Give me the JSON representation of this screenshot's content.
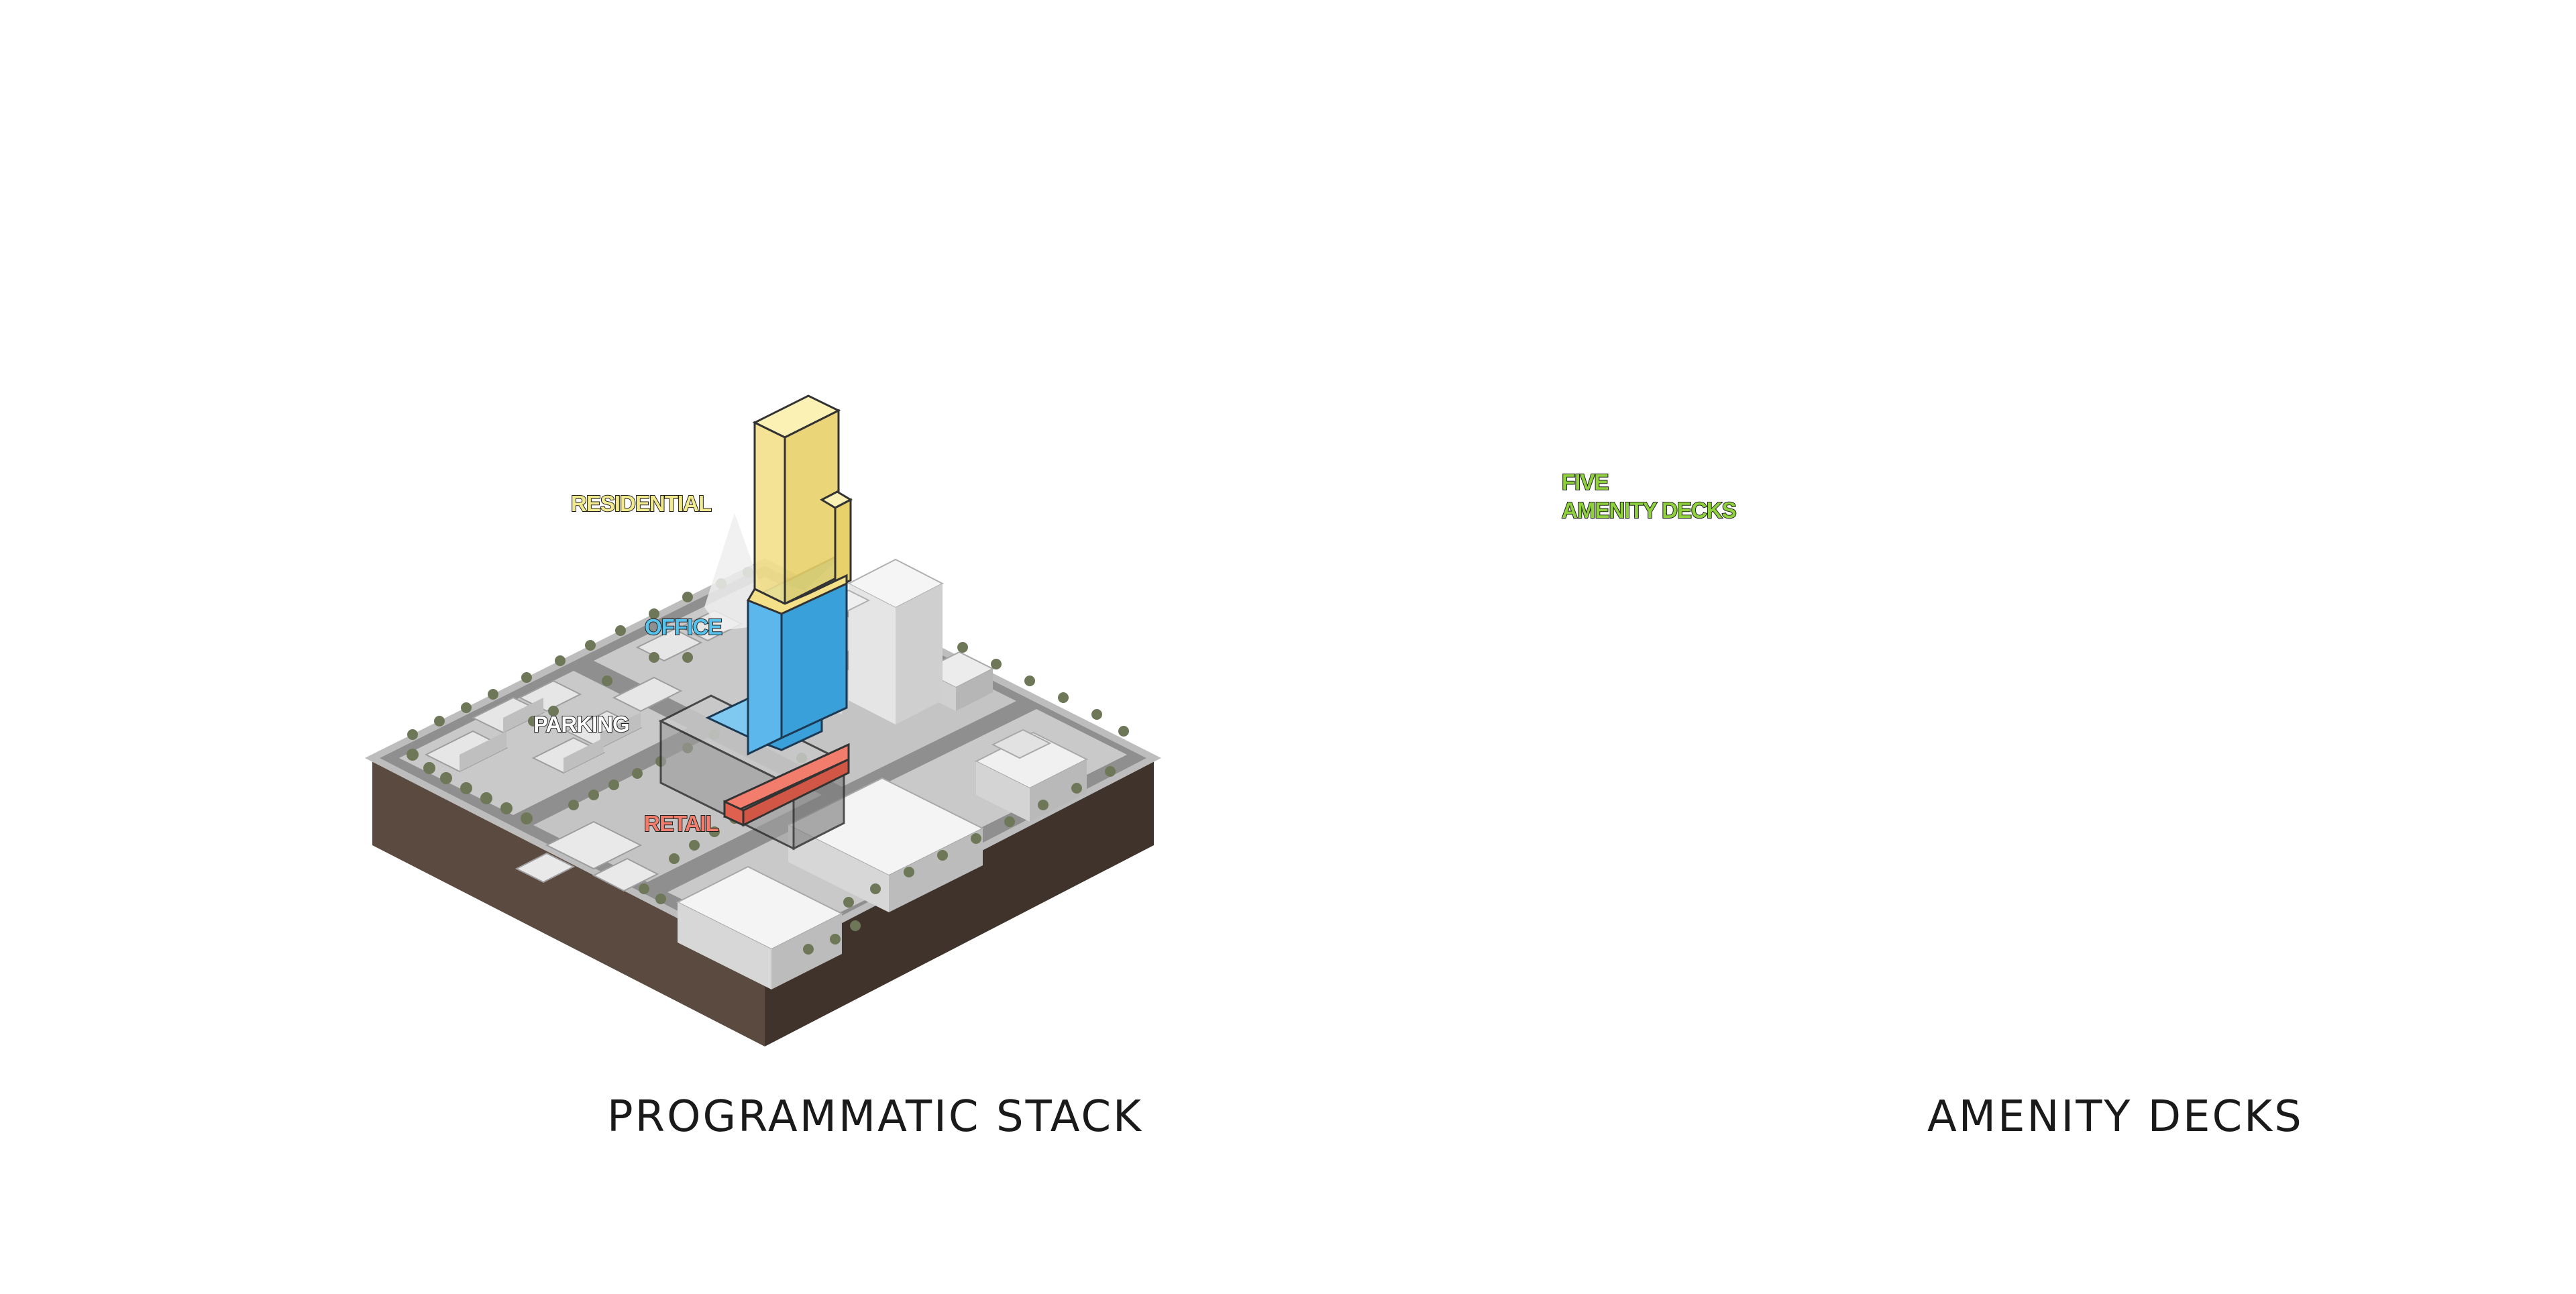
{
  "diagrams": [
    {
      "caption": "PROGRAMMATIC STACK",
      "labels": {
        "residential": "RESIDENTIAL",
        "office": "OFFICE",
        "parking": "PARKING",
        "retail": "RETAIL"
      }
    },
    {
      "caption": "AMENITY DECKS",
      "labels": {
        "line1": "FIVE",
        "line2": "AMENITY DECKS"
      }
    }
  ],
  "colors": {
    "residential": "#f3e089",
    "office": "#5cb8ec",
    "parking": "#9a9a9a",
    "retail": "#f37d6c",
    "amenity": "#7cc240",
    "ground": "#5a4a40",
    "street": "#9a9a9a",
    "block": "#d9d9d9",
    "tree": "#6f7a5a"
  }
}
